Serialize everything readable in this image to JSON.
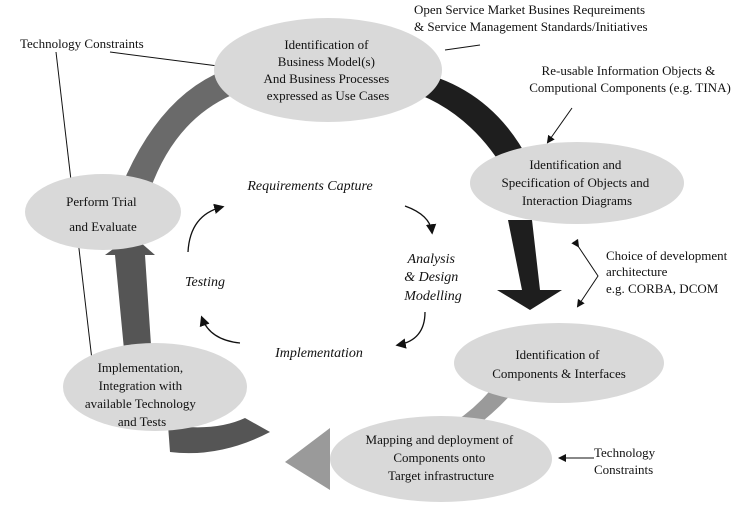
{
  "nodes": {
    "business": [
      "Identification  of",
      "Business Model(s)",
      "And Business Processes",
      "expressed as  Use Cases"
    ],
    "objects": [
      "Identification and",
      "Specification of Objects and",
      "Interaction Diagrams"
    ],
    "components": [
      "Identification of",
      "Components & Interfaces"
    ],
    "mapping": [
      "Mapping and deployment of",
      "Components onto",
      "Target infrastructure"
    ],
    "implementation": [
      "Implementation,",
      "Integration with",
      "available Technology",
      "and Tests"
    ],
    "trial": [
      "Perform Trial",
      "and Evaluate"
    ]
  },
  "annotations": {
    "open_service": [
      "Open Service Market Busines Requreiments",
      "& Service Management Standards/Initiatives"
    ],
    "tech_constraints_left": "Technology Constraints",
    "reusable": [
      "Re-usable Information Objects &",
      "Computional Components (e.g. TINA)"
    ],
    "choice": [
      "Choice of development",
      "architecture",
      "e.g. CORBA, DCOM"
    ],
    "tech_constraints_right": [
      "Technology",
      "Constraints"
    ]
  },
  "inner_cycle": {
    "requirements": "Requirements Capture",
    "analysis": [
      "Analysis",
      "& Design",
      "Modelling"
    ],
    "implementation": "Implementation",
    "testing": "Testing"
  },
  "colors": {
    "ellipse_fill": "#d9d9d9",
    "arc_dark": "#1e1e1e",
    "arc_mid": "#555555",
    "arc_light": "#9a9a9a"
  }
}
